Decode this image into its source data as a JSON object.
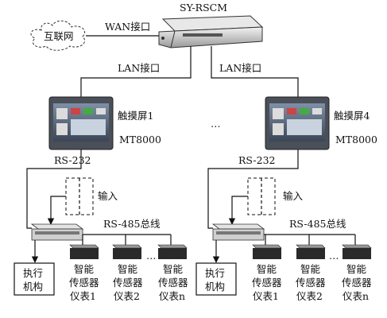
{
  "router": {
    "label": "SY-RSCM"
  },
  "internet": {
    "label": "互联网",
    "wan_label": "WAN接口"
  },
  "lan_labels": [
    "LAN接口",
    "LAN接口"
  ],
  "ellipsis": "…",
  "groups": [
    {
      "touch_label": "触摸屏1",
      "touch_model": "MT8000",
      "rs232": "RS-232",
      "input": "输入",
      "rs485": "RS-485总线",
      "actuator": [
        "执行",
        "机构"
      ],
      "sensors": [
        [
          "智能",
          "传感器",
          "仪表1"
        ],
        [
          "智能",
          "传感器",
          "仪表2"
        ],
        [
          "智能",
          "传感器",
          "仪表n"
        ]
      ],
      "dots": "…"
    },
    {
      "touch_label": "触摸屏4",
      "touch_model": "MT8000",
      "rs232": "RS-232",
      "input": "输入",
      "rs485": "RS-485总线",
      "actuator": [
        "执行",
        "机构"
      ],
      "sensors": [
        [
          "智能",
          "传感器",
          "仪表1"
        ],
        [
          "智能",
          "传感器",
          "仪表2"
        ],
        [
          "智能",
          "传感器",
          "仪表n"
        ]
      ],
      "dots": "…"
    }
  ]
}
